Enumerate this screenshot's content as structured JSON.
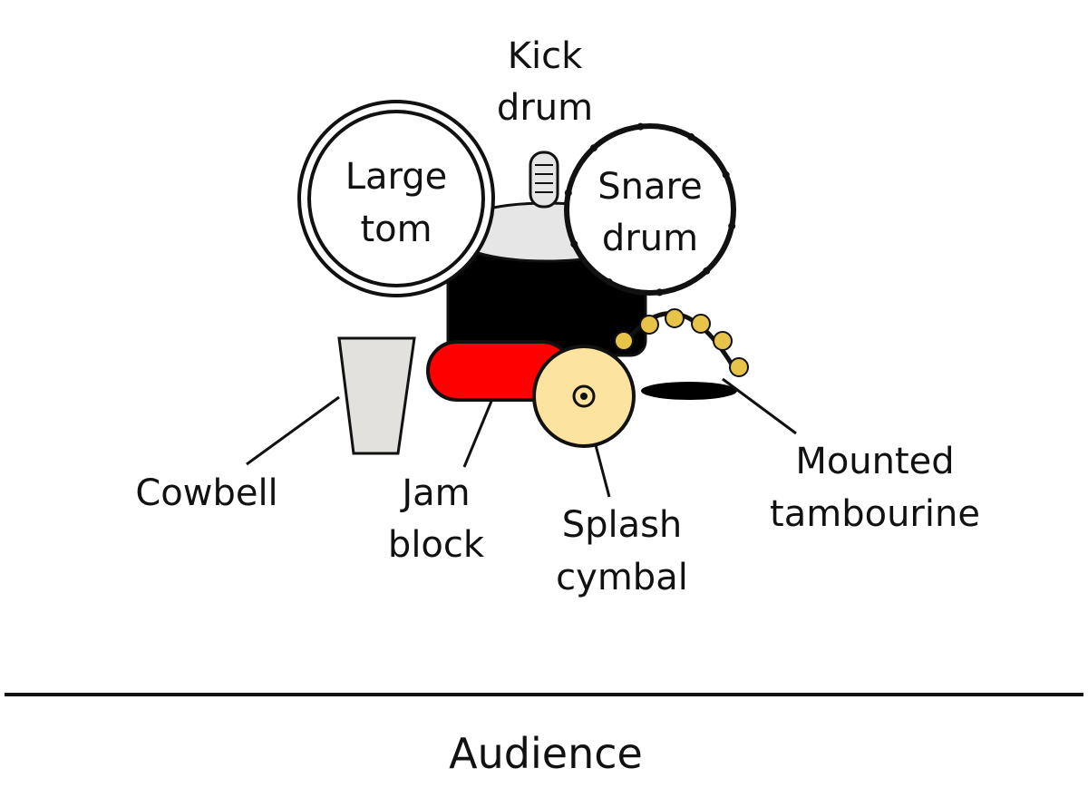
{
  "labels": {
    "kick_1": "Kick",
    "kick_2": "drum",
    "large_tom_1": "Large",
    "large_tom_2": "tom",
    "snare_1": "Snare",
    "snare_2": "drum",
    "cowbell": "Cowbell",
    "jam_1": "Jam",
    "jam_2": "block",
    "splash_1": "Splash",
    "splash_2": "cymbal",
    "tamb_1": "Mounted",
    "tamb_2": "tambourine",
    "audience": "Audience"
  },
  "colors": {
    "outline": "#111111",
    "kick_shell": "#000000",
    "kick_head": "#e6e6e6",
    "jam_block": "#ff0000",
    "cymbal": "#fde3a0",
    "jingles": "#e7c34a",
    "cowbell": "#e3e1de"
  }
}
